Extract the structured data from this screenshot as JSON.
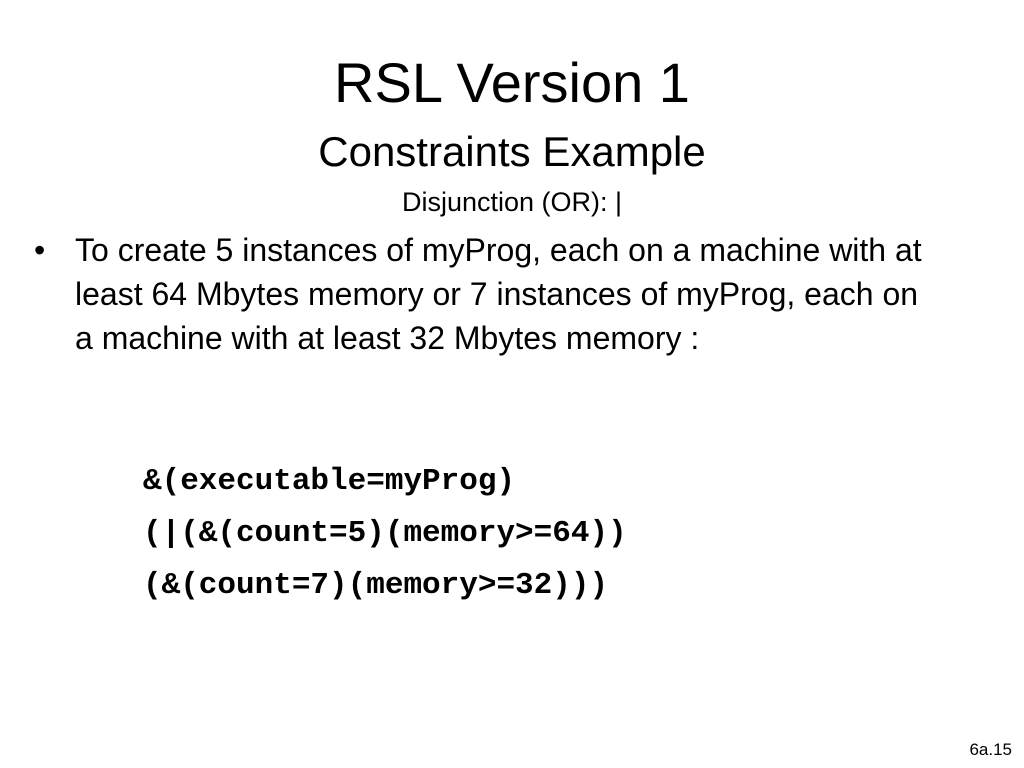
{
  "slide": {
    "title": "RSL Version 1",
    "subtitle": "Constraints Example",
    "subsubtitle": "Disjunction (OR):  |",
    "bullets": [
      {
        "marker": "•",
        "text": "To create 5 instances of myProg, each on a machine with at least 64 Mbytes memory or 7 instances of myProg, each on a machine with at least 32 Mbytes memory :"
      }
    ],
    "code_lines": [
      "&(executable=myProg)",
      "(|(&(count=5)(memory>=64))",
      "(&(count=7)(memory>=32)))"
    ],
    "slide_number": "6a.15"
  }
}
